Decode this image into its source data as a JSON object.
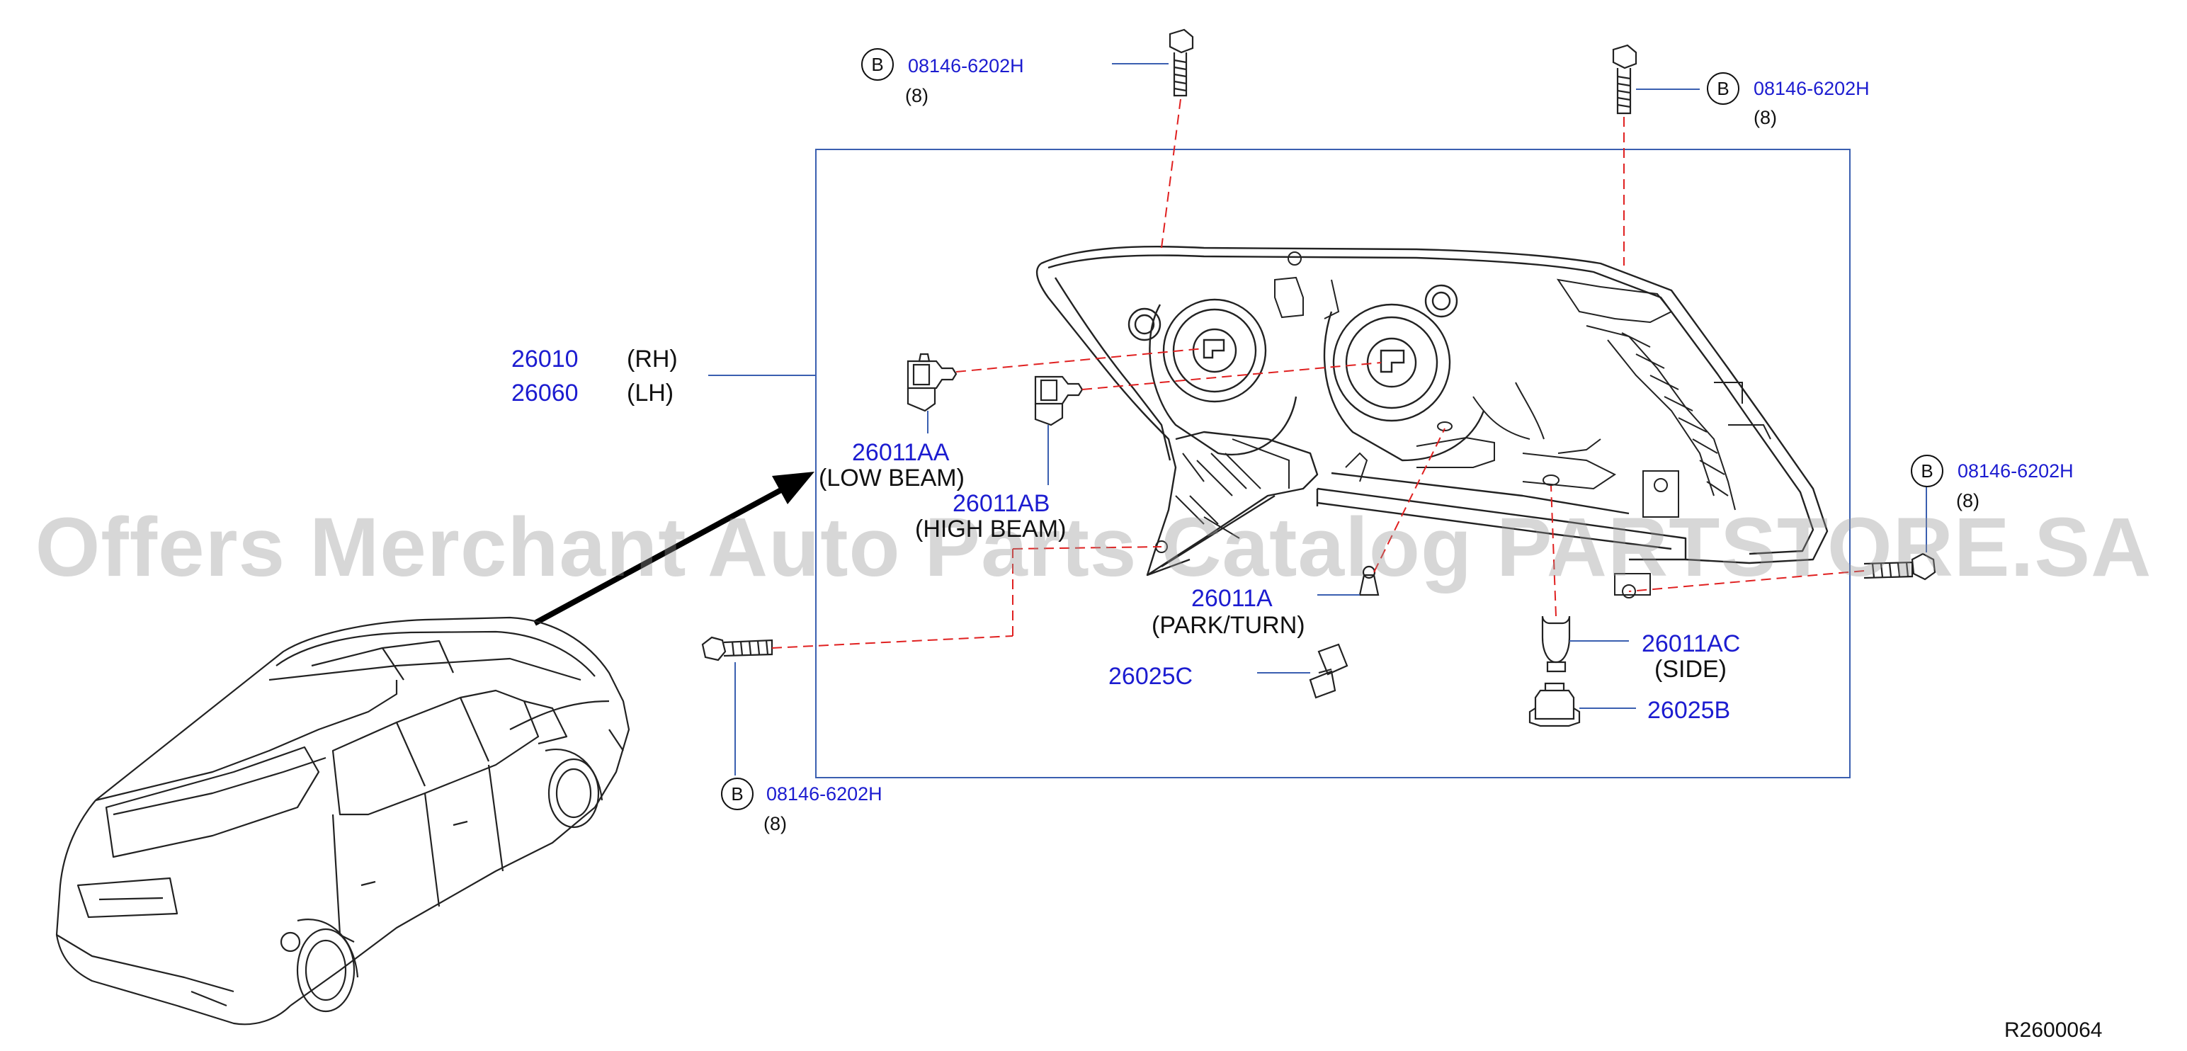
{
  "diagram": {
    "assembly": {
      "rh_part": "26010",
      "rh_side": "(RH)",
      "lh_part": "26060",
      "lh_side": "(LH)"
    },
    "parts": [
      {
        "number": "26011AA",
        "desc": "(LOW   BEAM)"
      },
      {
        "number": "26011AB",
        "desc": "(HIGH  BEAM)"
      },
      {
        "number": "26011A",
        "desc": "(PARK/TURN)"
      },
      {
        "number": "26025C",
        "desc": ""
      },
      {
        "number": "26011AC",
        "desc": "(SIDE)"
      },
      {
        "number": "26025B",
        "desc": ""
      }
    ],
    "bolts": [
      {
        "callout": "B",
        "number": "08146-6202H",
        "qty": "(8)"
      },
      {
        "callout": "B",
        "number": "08146-6202H",
        "qty": "(8)"
      },
      {
        "callout": "B",
        "number": "08146-6202H",
        "qty": "(8)"
      },
      {
        "callout": "B",
        "number": "08146-6202H",
        "qty": "(8)"
      }
    ],
    "reference": "R2600064",
    "watermark": "Offers Merchant Auto Parts Catalog PARTSTORE.SA",
    "colors": {
      "part_number": "#1c1cd0",
      "leader_dash": "#e02020",
      "box": "#3a5fb0",
      "line": "#111111"
    }
  }
}
